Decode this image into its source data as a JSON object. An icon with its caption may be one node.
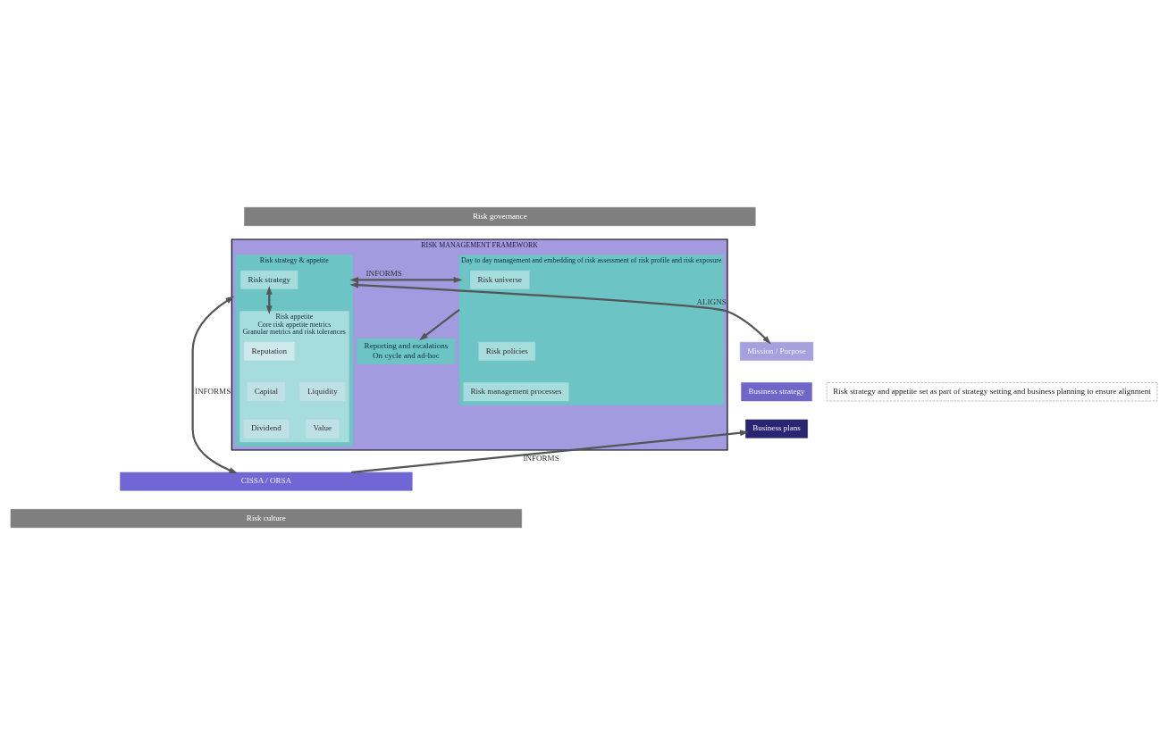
{
  "diagram": {
    "nodes": [
      {
        "text": [
          "Risk governance"
        ]
      },
      {
        "text": [
          "RISK MANAGEMENT FRAMEWORK"
        ]
      },
      {
        "text": [
          "Mission / Purpose"
        ]
      },
      {
        "text": [
          "Business strategy"
        ]
      },
      {
        "text": [
          "Business plans"
        ]
      },
      {
        "text": [
          "Risk strategy and appetite set as part of strategy setting and business planning to ensure alignment"
        ]
      },
      {
        "text": [
          "Risk strategy & appetite"
        ],
        "in": 1
      },
      {
        "text": [
          "Risk strategy"
        ],
        "in": 6
      },
      {
        "text": [
          "Risk appetite",
          "Core risk appetite metrics",
          "Granular metrics and risk tolerances"
        ],
        "in": 6
      },
      {
        "text": [
          "Reputation"
        ],
        "in": 8
      },
      {
        "text": [
          "Capital"
        ],
        "in": 8
      },
      {
        "text": [
          "Liquidity"
        ],
        "in": 8
      },
      {
        "text": [
          "Dividend"
        ],
        "in": 8
      },
      {
        "text": [
          "Value"
        ],
        "in": 8
      },
      {
        "text": [
          "Day to day management and embedding of risk assessment of risk profile and risk exposure"
        ],
        "in": 1
      },
      {
        "text": [
          "Risk universe"
        ],
        "in": 14
      },
      {
        "text": [
          "Risk policies"
        ],
        "in": 14
      },
      {
        "text": [
          "Risk management processes"
        ],
        "in": 14
      },
      {
        "text": [
          "Reporting and escalations",
          "On cycle and ad-hoc"
        ],
        "in": 1
      },
      {
        "text": [
          "CISSA / ORSA"
        ]
      },
      {
        "text": [
          "Risk culture"
        ]
      }
    ],
    "edges": [
      {
        "from": 2,
        "to": 6,
        "arrow": "both",
        "label": "ALIGNS"
      },
      {
        "from": 7,
        "to": 8,
        "arrow": "both"
      },
      {
        "from": 6,
        "to": 14,
        "arrow": "both",
        "label": "INFORMS"
      },
      {
        "from": 14,
        "to": 18,
        "arrow": "to"
      },
      {
        "from": 1,
        "to": 19,
        "arrow": "both",
        "label": "INFORMS"
      },
      {
        "from": 19,
        "to": 4,
        "arrow": "to",
        "label": "INFORMS"
      }
    ]
  }
}
